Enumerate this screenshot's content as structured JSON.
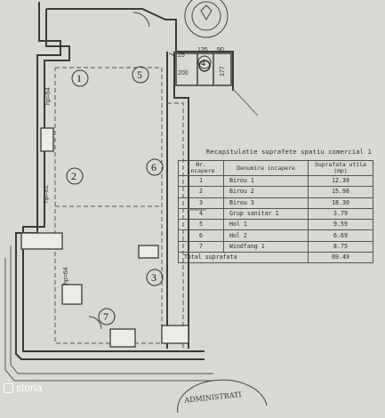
{
  "plan": {
    "rooms": [
      {
        "number": "1"
      },
      {
        "number": "2"
      },
      {
        "number": "3"
      },
      {
        "number": "4"
      },
      {
        "number": "5"
      },
      {
        "number": "6"
      },
      {
        "number": "7"
      }
    ],
    "dimensions": [
      "hp=64",
      "hp=61",
      "hp=64",
      "135",
      "90",
      "25",
      "200",
      "177"
    ]
  },
  "summary": {
    "title": "Recapitulatie suprafete spatiu comercial 1",
    "headers": {
      "number": "Nr. incapere",
      "name": "Denumire incapere",
      "area": "Suprafata utila (mp)"
    },
    "rows": [
      {
        "nr": "1",
        "name": "Birou 1",
        "area": "12.39"
      },
      {
        "nr": "2",
        "name": "Birou 2",
        "area": "15.98"
      },
      {
        "nr": "3",
        "name": "Birou 3",
        "area": "18.30"
      },
      {
        "nr": "4",
        "name": "Grup sanitar 1",
        "area": "3.79"
      },
      {
        "nr": "5",
        "name": "Hol 1",
        "area": "9.59"
      },
      {
        "nr": "6",
        "name": "Hol 2",
        "area": "6.69"
      },
      {
        "nr": "7",
        "name": "Windfang 1",
        "area": "8.75"
      }
    ],
    "total_label": "Total suprafata",
    "total_value": "69.49"
  },
  "stamp": {
    "text": "ADMINISTRATI"
  },
  "brand": {
    "name": "storia"
  }
}
